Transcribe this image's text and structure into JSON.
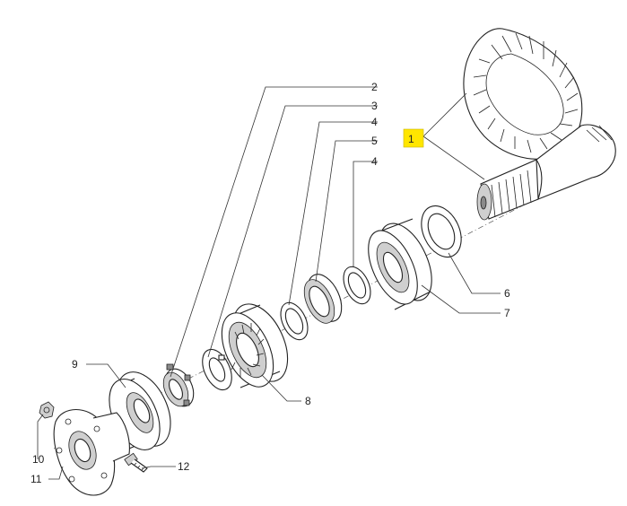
{
  "labels": {
    "1": "1",
    "2": "2",
    "3": "3",
    "4a": "4",
    "5": "5",
    "4b": "4",
    "6": "6",
    "7": "7",
    "8": "8",
    "9": "9",
    "10": "10",
    "11": "11",
    "12": "12"
  },
  "highlight_color": "#ffe600"
}
